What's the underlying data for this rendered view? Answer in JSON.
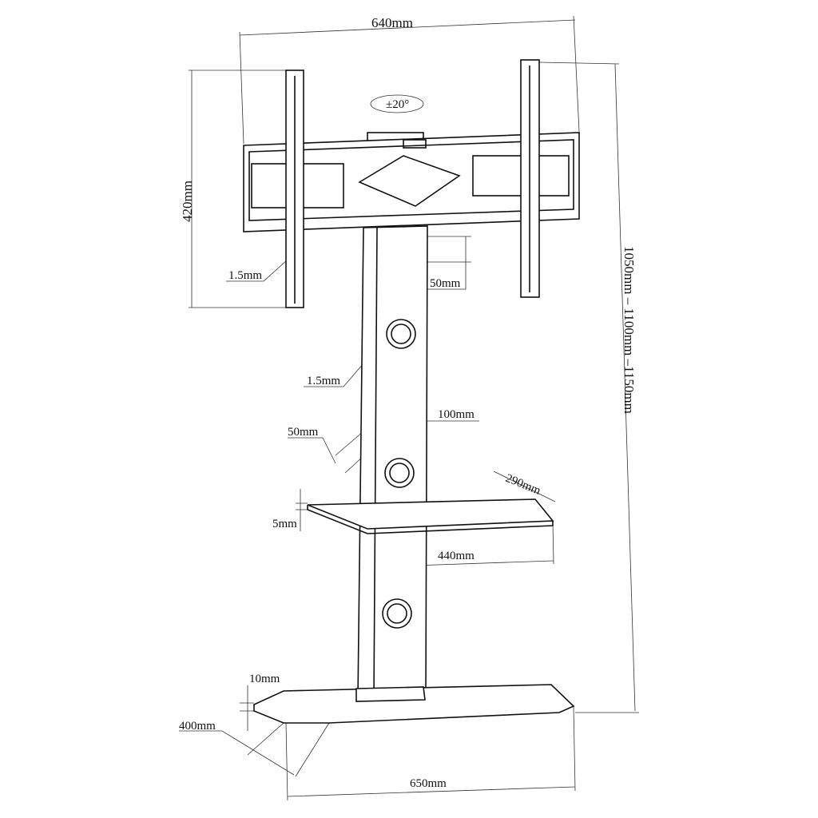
{
  "title": "TV floor stand with shelf - dimension drawing",
  "dimensions": {
    "mount_width": "640mm",
    "tilt": "±20°",
    "mount_height": "420mm",
    "rail_thickness": "1.5mm",
    "hole_spacing": "50mm",
    "column_thickness": "1.5mm",
    "column_width": "100mm",
    "column_depth": "50mm",
    "shelf_depth": "290mm",
    "shelf_thickness": "5mm",
    "shelf_width": "440mm",
    "base_thickness": "10mm",
    "base_depth": "400mm",
    "base_width": "650mm",
    "total_height": "1050mm – 1100mm –1150mm"
  }
}
